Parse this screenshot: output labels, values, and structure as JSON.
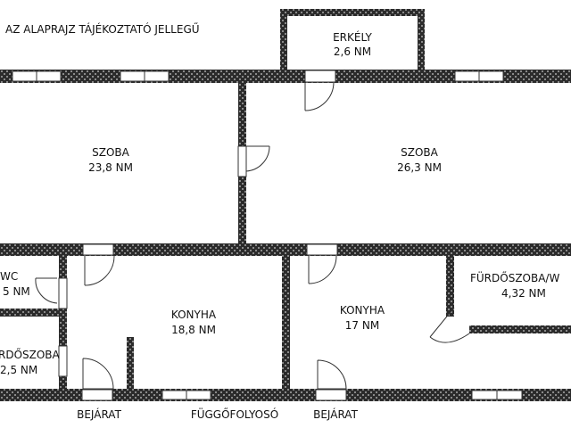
{
  "note": "AZ ALAPRAJZ TÁJÉKOZTATÓ JELLEGŰ",
  "rooms": {
    "erkely": {
      "name": "ERKÉLY",
      "area": "2,6 NM"
    },
    "szoba_l": {
      "name": "SZOBA",
      "area": "23,8 NM"
    },
    "szoba_r": {
      "name": "SZOBA",
      "area": "26,3 NM"
    },
    "wc": {
      "name": "WC",
      "area": "5 NM"
    },
    "furdo_l": {
      "name": "RDŐSZOBA",
      "area": "2,5 NM"
    },
    "konyha_l": {
      "name": "KONYHA",
      "area": "18,8 NM"
    },
    "konyha_r": {
      "name": "KONYHA",
      "area": "17 NM"
    },
    "furdo_r": {
      "name": "FÜRDŐSZOBA/W",
      "area": "4,32 NM"
    }
  },
  "labels": {
    "bejarat_left": "BEJÁRAT",
    "fuggofolyoso": "FÜGGŐFOLYOSÓ",
    "bejarat_mid": "BEJÁRAT"
  },
  "colors": {
    "wall": "#2b2b2b",
    "hatch": "#8a8a8a",
    "window": "#ffffff",
    "door": "#333333"
  }
}
